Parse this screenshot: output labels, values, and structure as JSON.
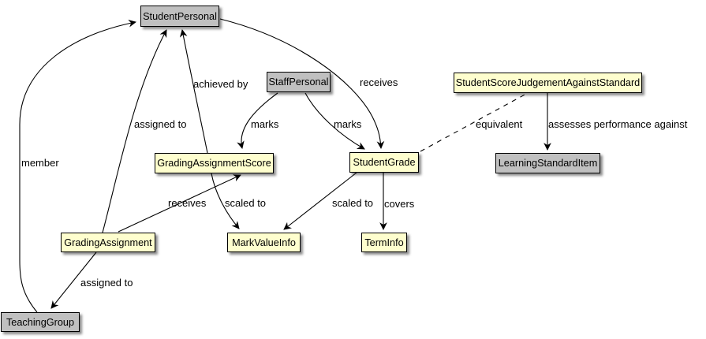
{
  "diagram": {
    "kind": "entity relationship diagram",
    "colors": {
      "entity_yellow": "#FEFECE",
      "entity_gray": "#C0C0C0",
      "border": "#000000",
      "line": "#000000",
      "background": "#FFFFFF"
    }
  },
  "nodes": {
    "student_personal": {
      "label": "StudentPersonal",
      "fill": "gray"
    },
    "staff_personal": {
      "label": "StaffPersonal",
      "fill": "gray"
    },
    "student_score_judgement_against_standard": {
      "label": "StudentScoreJudgementAgainstStandard",
      "fill": "yellow"
    },
    "grading_assignment_score": {
      "label": "GradingAssignmentScore",
      "fill": "yellow"
    },
    "student_grade": {
      "label": "StudentGrade",
      "fill": "yellow"
    },
    "learning_standard_item": {
      "label": "LearningStandardItem",
      "fill": "gray"
    },
    "grading_assignment": {
      "label": "GradingAssignment",
      "fill": "yellow"
    },
    "mark_value_info": {
      "label": "MarkValueInfo",
      "fill": "yellow"
    },
    "term_info": {
      "label": "TermInfo",
      "fill": "yellow"
    },
    "teaching_group": {
      "label": "TeachingGroup",
      "fill": "gray"
    }
  },
  "edges": {
    "member": {
      "label": "member",
      "from": "teaching_group",
      "to": "student_personal",
      "line": "solid",
      "arrowhead": "target"
    },
    "assignment_assigned_to_student": {
      "label": "assigned to",
      "from": "grading_assignment",
      "to": "student_personal",
      "line": "solid",
      "arrowhead": "target"
    },
    "achieved_by": {
      "label": "achieved by",
      "from": "grading_assignment_score",
      "to": "student_personal",
      "line": "solid",
      "arrowhead": "target"
    },
    "marks_score": {
      "label": "marks",
      "from": "staff_personal",
      "to": "grading_assignment_score",
      "line": "solid",
      "arrowhead": "target"
    },
    "marks_grade": {
      "label": "marks",
      "from": "staff_personal",
      "to": "student_grade",
      "line": "solid",
      "arrowhead": "target"
    },
    "receives_grade": {
      "label": "receives",
      "from": "student_personal",
      "to": "student_grade",
      "line": "solid",
      "arrowhead": "target"
    },
    "equivalent": {
      "label": "equivalent",
      "from": "student_grade",
      "to": "student_score_judgement_against_standard",
      "line": "dashed",
      "arrowhead": "none"
    },
    "assesses_performance_against": {
      "label": "assesses performance against",
      "from": "student_score_judgement_against_standard",
      "to": "learning_standard_item",
      "line": "solid",
      "arrowhead": "target"
    },
    "receives_score": {
      "label": "receives",
      "from": "grading_assignment",
      "to": "grading_assignment_score",
      "line": "solid",
      "arrowhead": "target"
    },
    "score_scaled_to": {
      "label": "scaled to",
      "from": "grading_assignment_score",
      "to": "mark_value_info",
      "line": "solid",
      "arrowhead": "target"
    },
    "grade_scaled_to": {
      "label": "scaled to",
      "from": "student_grade",
      "to": "mark_value_info",
      "line": "solid",
      "arrowhead": "target"
    },
    "covers": {
      "label": "covers",
      "from": "student_grade",
      "to": "term_info",
      "line": "solid",
      "arrowhead": "target"
    },
    "assignment_assigned_to_group": {
      "label": "assigned to",
      "from": "grading_assignment",
      "to": "teaching_group",
      "line": "solid",
      "arrowhead": "target"
    }
  }
}
